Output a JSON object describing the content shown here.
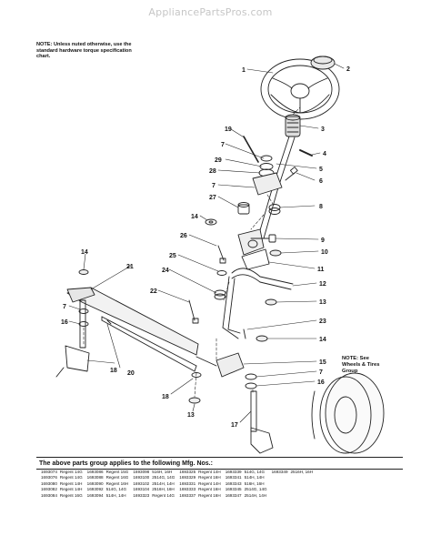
{
  "watermark": "AppliancePartsPros.com",
  "note": {
    "label": "NOTE:",
    "text": "Unless nuted otherwise, use the standard hardware torque specification chart."
  },
  "callouts": [
    "1",
    "2",
    "3",
    "4",
    "5",
    "6",
    "7",
    "8",
    "9",
    "10",
    "11",
    "12",
    "13",
    "14",
    "15",
    "16",
    "17",
    "18",
    "19",
    "20",
    "21",
    "22",
    "23",
    "24",
    "25",
    "26",
    "27",
    "28",
    "29"
  ],
  "see_note": [
    "NOTE: See",
    "Wheels & Tires",
    "Group"
  ],
  "applies_title": "The above parts group applies to the following Mfg. Nos.:",
  "models": [
    [
      [
        "1693074",
        "Regent 14G"
      ],
      [
        "1693086",
        "Regent 15G"
      ],
      [
        "1693098",
        "516H, 16H"
      ],
      [
        "1693325",
        "Regent 14H"
      ],
      [
        "1693339",
        "514G, 14G"
      ],
      [
        "1693349",
        "2516H, 16H"
      ]
    ],
    [
      [
        "1693076",
        "Regent 14G"
      ],
      [
        "1693088",
        "Regent 16G"
      ],
      [
        "1693100",
        "2514G, 14G"
      ],
      [
        "1693329",
        "Regent 16H"
      ],
      [
        "1693341",
        "514H, 14H"
      ],
      [
        "",
        ""
      ]
    ],
    [
      [
        "1693080",
        "Regent 14H"
      ],
      [
        "1693090",
        "Regent 16H"
      ],
      [
        "1693102",
        "2514H, 14H"
      ],
      [
        "1693331",
        "Regent 14H"
      ],
      [
        "1693343",
        "516H, 16H"
      ],
      [
        "",
        ""
      ]
    ],
    [
      [
        "1693082",
        "Regent 14H"
      ],
      [
        "1693092",
        "514G, 14G"
      ],
      [
        "1693104",
        "2516H, 16H"
      ],
      [
        "1693333",
        "Regent 16H"
      ],
      [
        "1693345",
        "2514G, 14G"
      ],
      [
        "",
        ""
      ]
    ],
    [
      [
        "1693084",
        "Regent 16G"
      ],
      [
        "1693094",
        "514H, 14H"
      ],
      [
        "1693323",
        "Regent 14G"
      ],
      [
        "1693337",
        "Regent 16H"
      ],
      [
        "1693347",
        "2514H, 14H"
      ],
      [
        "",
        ""
      ]
    ]
  ]
}
